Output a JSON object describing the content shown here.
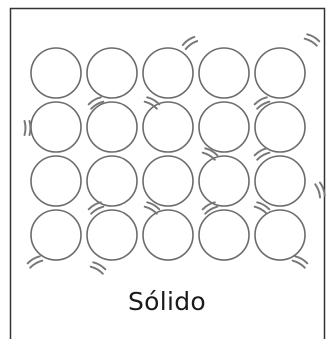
{
  "diagram": {
    "caption": "Sólido",
    "rows": 4,
    "columns": 5,
    "particle_stroke": "#6b6b6b",
    "frame_stroke": "#333333",
    "vibration_mark_color": "#777777"
  }
}
